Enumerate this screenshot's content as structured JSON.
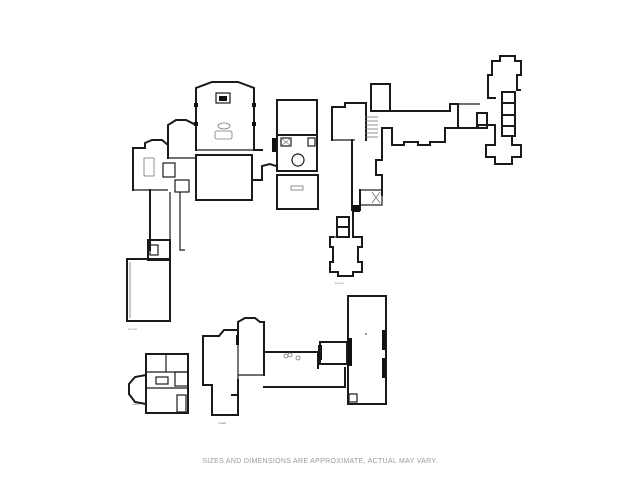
{
  "floor_plan": {
    "disclaimer": "SIZES AND DIMENSIONS ARE APPROXIMATE, ACTUAL MAY VARY.",
    "background_color": "#ffffff",
    "wall_color": "#1a1a1a",
    "sections": [
      {
        "name": "main-floor",
        "position": "top-left"
      },
      {
        "name": "upper-floor",
        "position": "top-right"
      },
      {
        "name": "guest-house",
        "position": "bottom-left"
      },
      {
        "name": "lower-level",
        "position": "bottom-center"
      }
    ]
  }
}
